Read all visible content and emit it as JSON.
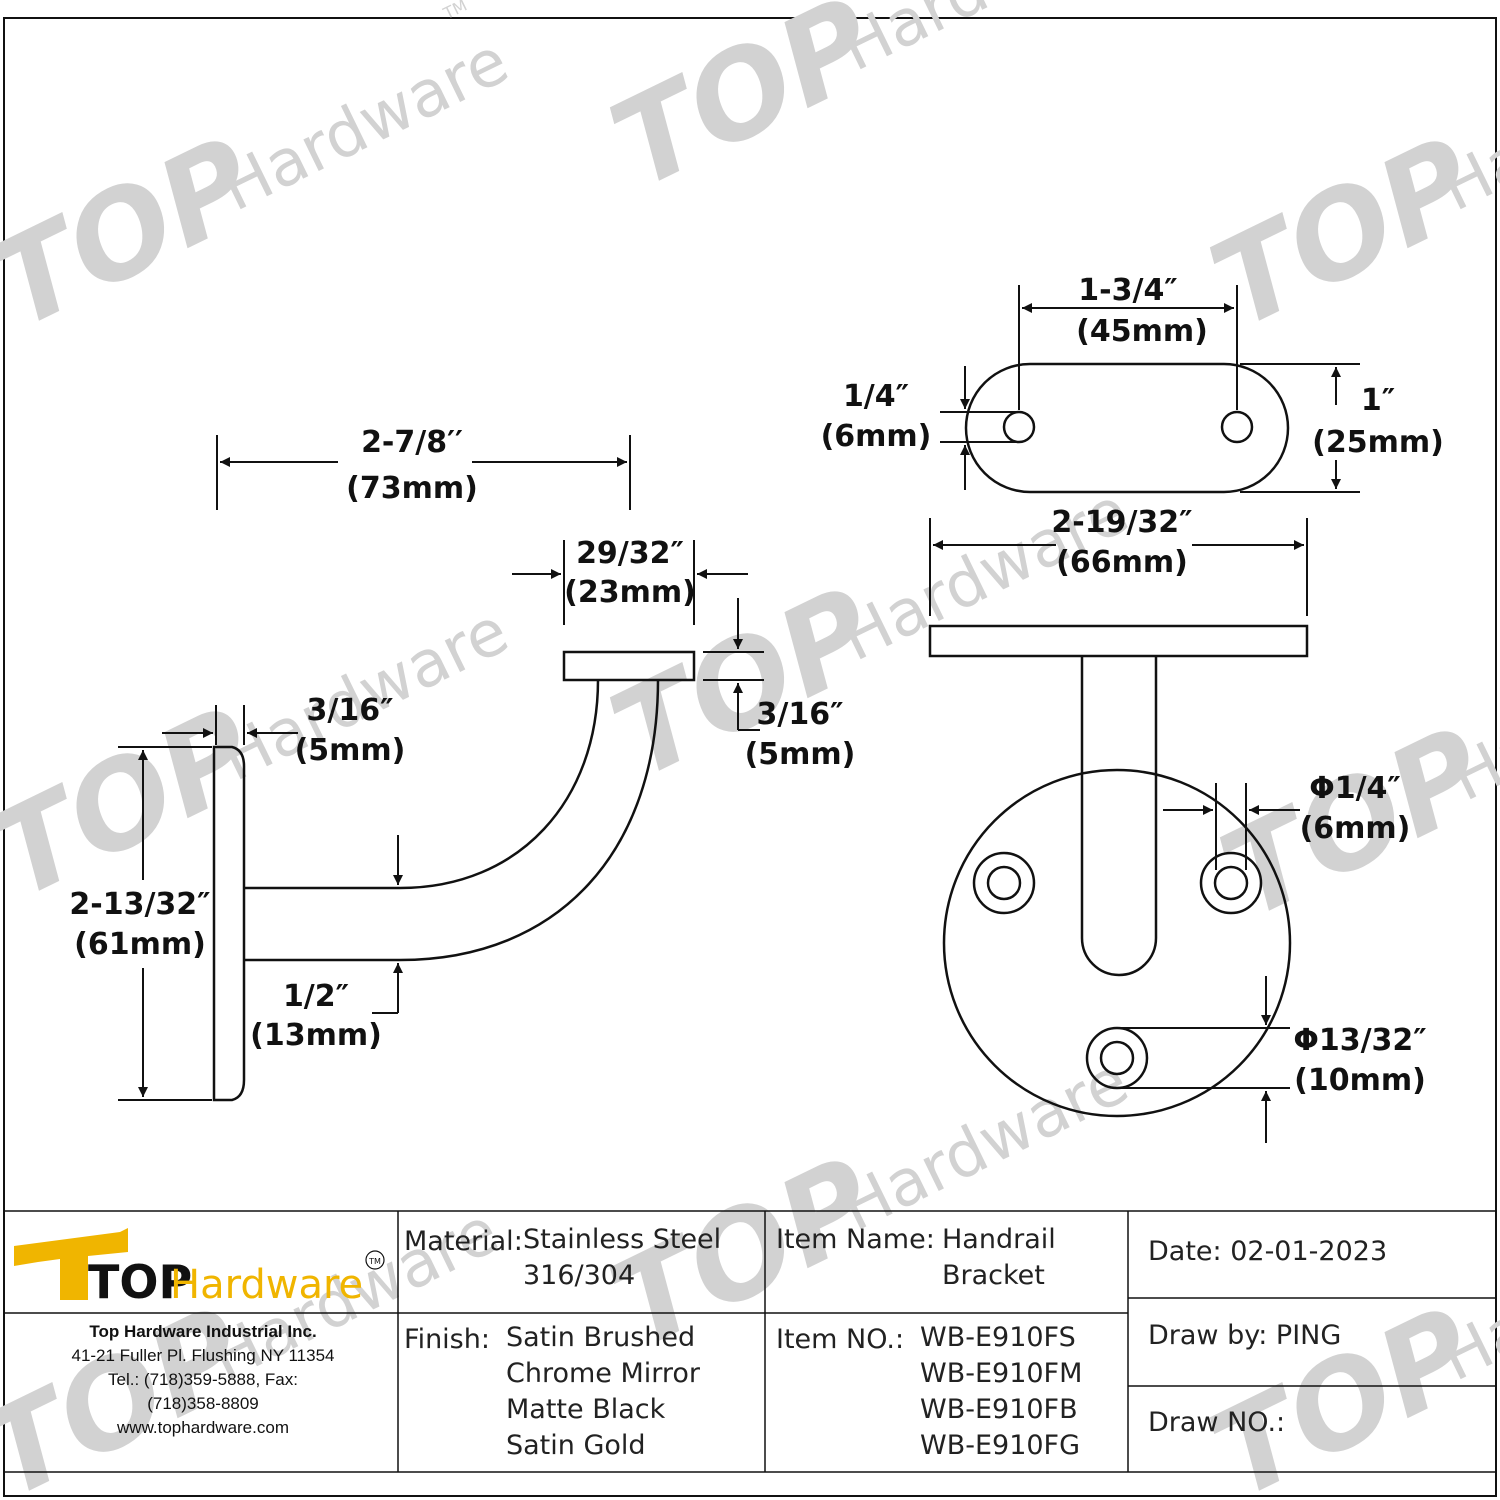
{
  "drawing": {
    "side_view": {
      "overall_length": {
        "imperial": "2-7/8′′",
        "metric": "(73mm)"
      },
      "saddle_width": {
        "imperial": "29/32″",
        "metric": "(23mm)"
      },
      "saddle_thickness": {
        "imperial": "3/16″",
        "metric": "(5mm)"
      },
      "plate_thickness": {
        "imperial": "3/16″",
        "metric": "(5mm)"
      },
      "plate_height": {
        "imperial": "2-13/32″",
        "metric": "(61mm)"
      },
      "rod_diameter": {
        "imperial": "1/2″",
        "metric": "(13mm)"
      }
    },
    "front_view": {
      "hole_spacing": {
        "imperial": "1-3/4″",
        "metric": "(45mm)"
      },
      "hole_diameter": {
        "imperial": "1/4″",
        "metric": "(6mm)"
      },
      "saddle_width": {
        "imperial": "1″",
        "metric": "(25mm)"
      },
      "saddle_length": {
        "imperial": "2-19/32″",
        "metric": "(66mm)"
      },
      "screw_hole": {
        "imperial": "Φ1/4″",
        "metric": "(6mm)"
      },
      "countersink": {
        "imperial": "Φ13/32″",
        "metric": "(10mm)"
      }
    }
  },
  "watermark": {
    "brand_top": "TOP",
    "brand_hw": "Hardware",
    "tm": "TM"
  },
  "title_block": {
    "logo": {
      "top": "TOP",
      "hardware": "Hardware",
      "tm": "TM"
    },
    "company": {
      "name": "Top Hardware Industrial Inc.",
      "address": "41-21 Fuller Pl. Flushing NY 11354",
      "phone_fax": "Tel.: (718)359-5888,  Fax:",
      "fax_number": "(718)358-8809",
      "website": "www.tophardware.com"
    },
    "material_label": "Material:",
    "material_line1": "Stainless Steel",
    "material_line2": "316/304",
    "finish_label": "Finish:",
    "finishes": [
      "Satin Brushed",
      "Chrome Mirror",
      "Matte Black",
      "Satin Gold"
    ],
    "item_name_label": "Item Name:",
    "item_name_line1": "Handrail",
    "item_name_line2": "Bracket",
    "item_no_label": "Item NO.:",
    "item_numbers": [
      "WB-E910FS",
      "WB-E910FM",
      "WB-E910FB",
      "WB-E910FG"
    ],
    "date": "Date: 02-01-2023",
    "draw_by": "Draw by: PING",
    "draw_no": "Draw NO.:"
  },
  "colors": {
    "logo_gold": "#f0b500",
    "watermark": "#d2d2d2",
    "line": "#111111"
  }
}
